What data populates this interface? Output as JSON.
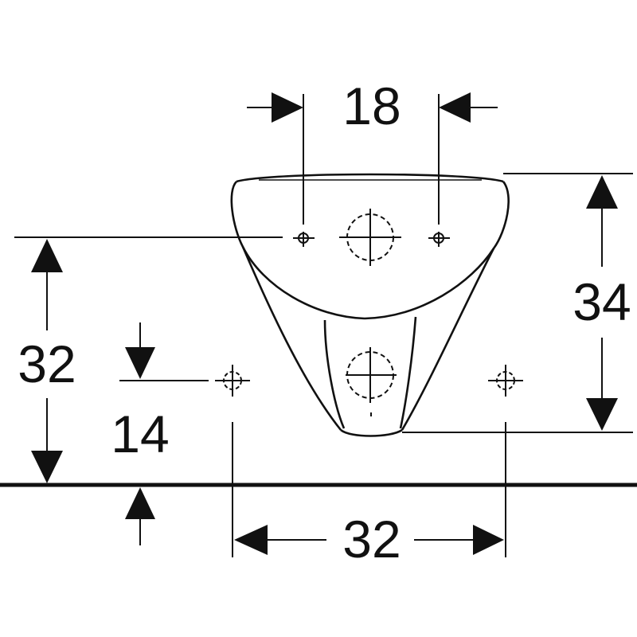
{
  "dimensions": {
    "top_width": "18",
    "bowl_height": "34",
    "fixing_height": "32",
    "lower_offset": "14",
    "bottom_width": "32"
  },
  "colors": {
    "line": "#111111",
    "background": "#ffffff"
  }
}
